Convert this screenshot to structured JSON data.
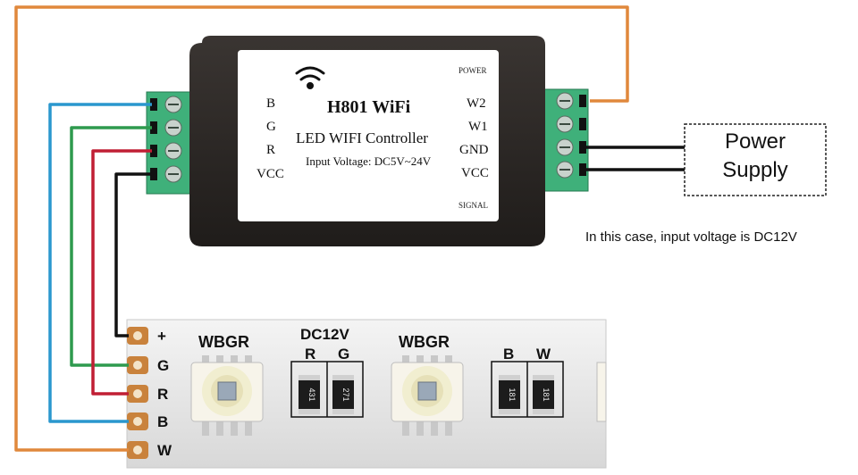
{
  "controller": {
    "title": "H801 WiFi",
    "subtitle": "LED WIFI  Controller",
    "voltage": "Input Voltage: DC5V~24V",
    "power_label": "POWER",
    "signal_label": "SIGNAL",
    "left_pins": [
      "B",
      "G",
      "R",
      "VCC"
    ],
    "right_pins": [
      "W2",
      "W1",
      "GND",
      "VCC"
    ]
  },
  "power_supply": {
    "line1": "Power",
    "line2": "Supply"
  },
  "note": "In this case, input voltage is DC12V",
  "strip": {
    "pads": [
      "+",
      "G",
      "R",
      "B",
      "W"
    ],
    "led_label": "WBGR",
    "dc_label": "DC12V",
    "resistor_pair1": [
      "R",
      "G"
    ],
    "resistor_pair2": [
      "B",
      "W"
    ],
    "resistor_codes": [
      "431",
      "271",
      "181",
      "181"
    ]
  },
  "colors": {
    "orange_wire": "#E0883C",
    "blue_wire": "#2A97CE",
    "green_wire": "#2E9A4E",
    "red_wire": "#C01E34",
    "black_wire": "#111111",
    "terminal_green": "#3FB07A",
    "housing": "#2A2624"
  }
}
